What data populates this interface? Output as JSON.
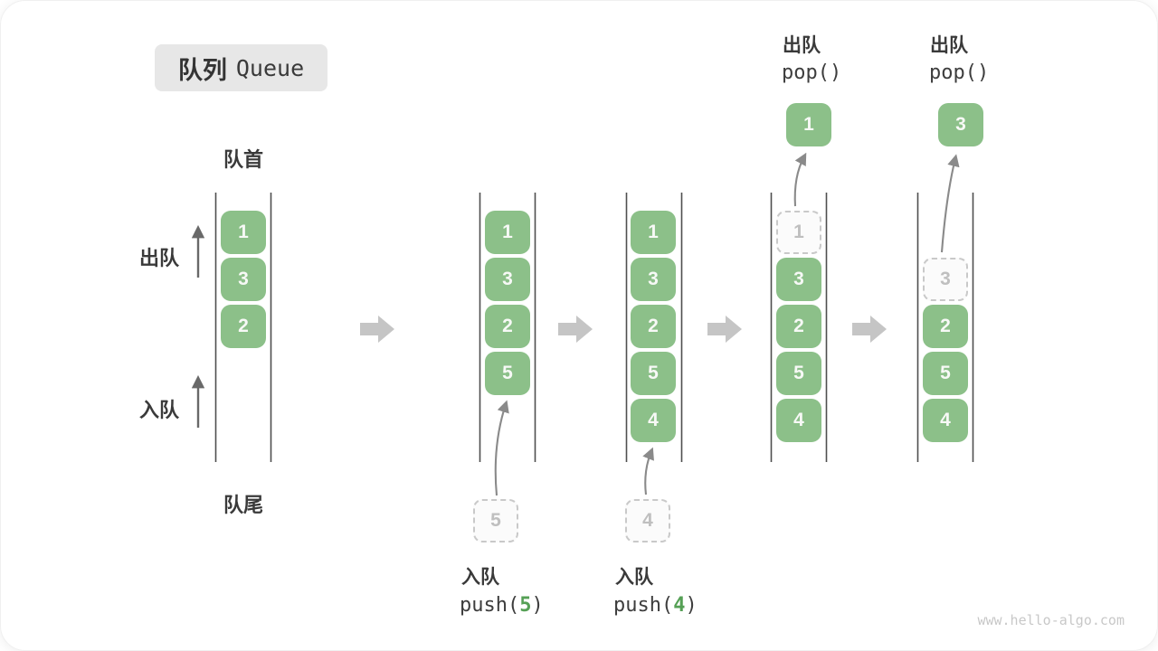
{
  "title": {
    "zh": "队列",
    "en": "Queue"
  },
  "labels": {
    "front": "队首",
    "rear": "队尾",
    "dequeue_side": "出队",
    "enqueue_side": "入队"
  },
  "states": [
    {
      "cells": [
        "1",
        "3",
        "2"
      ]
    },
    {
      "cells": [
        "1",
        "3",
        "2",
        "5"
      ],
      "incoming": "5"
    },
    {
      "cells": [
        "1",
        "3",
        "2",
        "5",
        "4"
      ],
      "incoming": "4"
    },
    {
      "cells": [
        "3",
        "2",
        "5",
        "4"
      ],
      "removed": "1",
      "popped": "1"
    },
    {
      "cells": [
        "2",
        "5",
        "4"
      ],
      "removed": "3",
      "popped": "3"
    }
  ],
  "operations": {
    "push5": {
      "label": "入队",
      "fn": "push(",
      "arg": "5",
      "close": ")"
    },
    "push4": {
      "label": "入队",
      "fn": "push(",
      "arg": "4",
      "close": ")"
    },
    "pop1": {
      "label": "出队",
      "code": "pop()"
    },
    "pop2": {
      "label": "出队",
      "code": "pop()"
    }
  },
  "colors": {
    "cell_green": "#8cc089",
    "arg_green": "#55a055",
    "flow_arrow_gray": "#c5c5c5",
    "thin_arrow_gray": "#8a8a8a",
    "wall_gray": "#4f4f4f",
    "title_bg": "#e7e7e7",
    "dashed_border": "#c9c9c9"
  },
  "watermark": "www.hello-algo.com"
}
